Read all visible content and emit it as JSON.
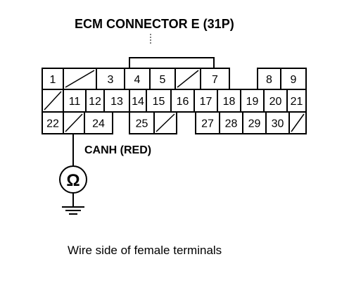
{
  "diagram": {
    "title": "ECM CONNECTOR E (31P)",
    "probe_label": "CANH (RED)",
    "meter_symbol": "Ω",
    "caption": "Wire side of female terminals",
    "rows": [
      {
        "cells": [
          {
            "label": "1"
          },
          {
            "label": "",
            "blank": true
          },
          {
            "label": "3"
          },
          {
            "label": "4"
          },
          {
            "label": "5"
          },
          {
            "label": "",
            "blank": true
          },
          {
            "label": "7"
          },
          {
            "label": "8"
          },
          {
            "label": "9"
          }
        ]
      },
      {
        "cells": [
          {
            "label": "",
            "blank": true
          },
          {
            "label": "11"
          },
          {
            "label": "12"
          },
          {
            "label": "13"
          },
          {
            "label": "14"
          },
          {
            "label": "15"
          },
          {
            "label": "16"
          },
          {
            "label": "17"
          },
          {
            "label": "18"
          },
          {
            "label": "19"
          },
          {
            "label": "20"
          },
          {
            "label": "21"
          }
        ]
      },
      {
        "cells": [
          {
            "label": "22"
          },
          {
            "label": "",
            "blank": true
          },
          {
            "label": "24"
          },
          {
            "label": "25"
          },
          {
            "label": "",
            "blank": true
          },
          {
            "label": "27"
          },
          {
            "label": "28"
          },
          {
            "label": "29"
          },
          {
            "label": "30"
          },
          {
            "label": "",
            "blank": true
          }
        ]
      }
    ]
  }
}
